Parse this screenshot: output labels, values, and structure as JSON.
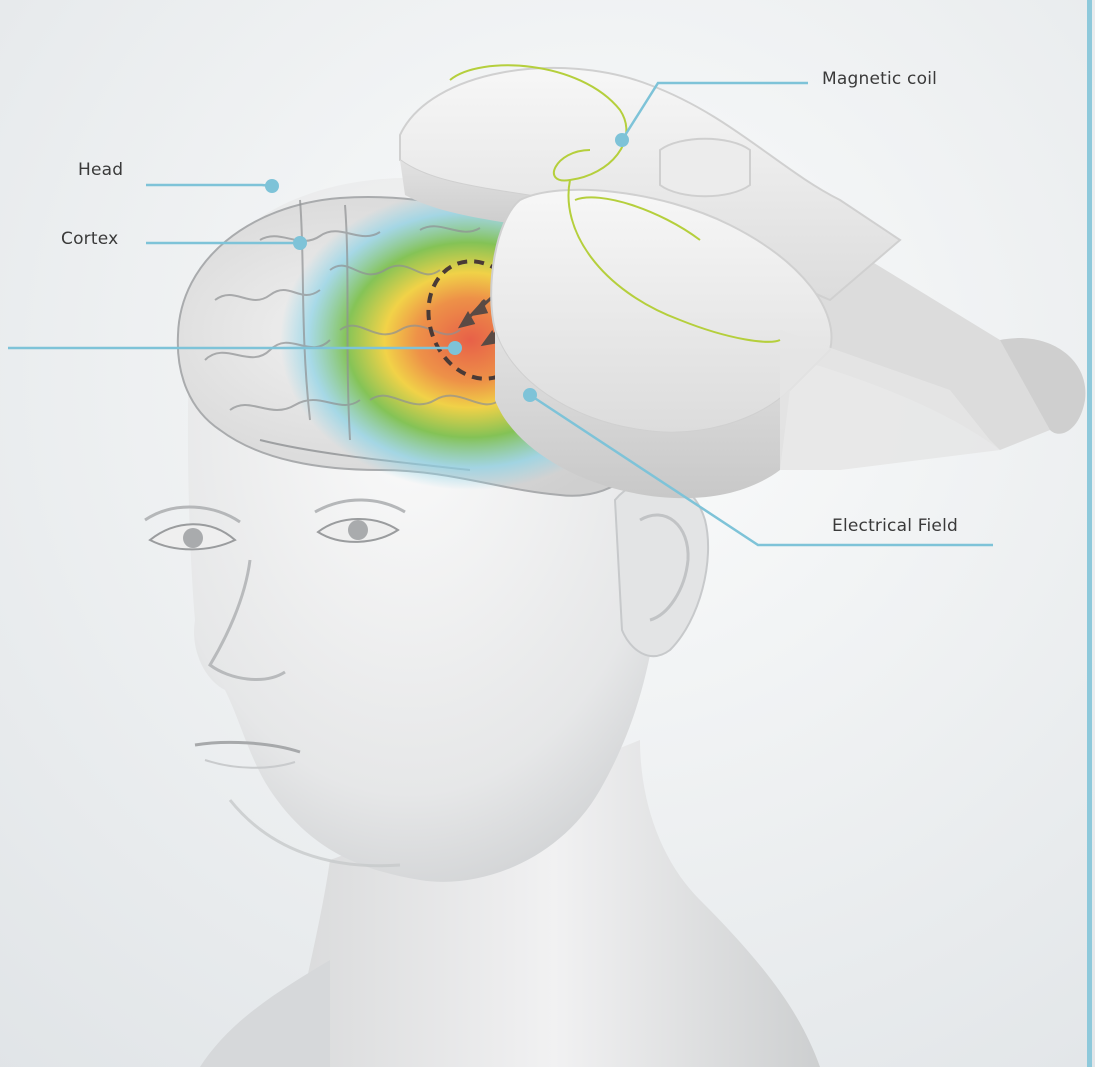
{
  "labels": {
    "head": "Head",
    "cortex": "Cortex",
    "magnetic_coil": "Magnetic coil",
    "electrical_field": "Electrical Field"
  },
  "colors": {
    "callout_line": "#7ec3d8",
    "background": "#eef0f2",
    "coil_wire": "#b5cf3c",
    "field_hot": "#e8553a",
    "field_warm": "#f2d03a",
    "field_mid": "#7cc04a",
    "field_cool": "#8fd3e6"
  }
}
